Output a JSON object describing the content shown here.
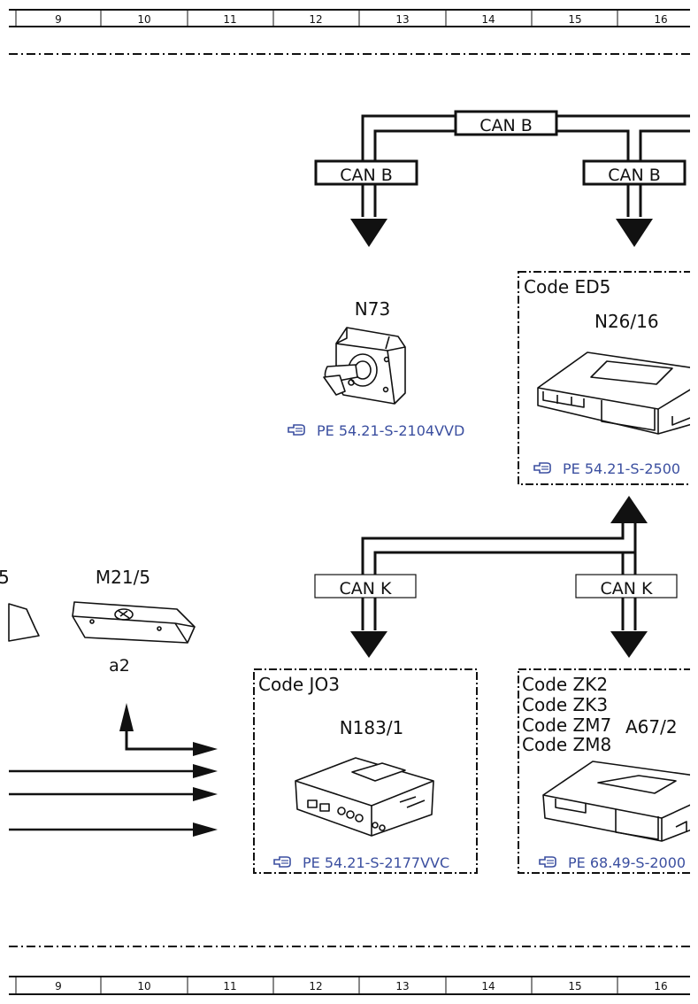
{
  "grid": {
    "numbers": [
      "9",
      "10",
      "11",
      "12",
      "13",
      "14",
      "15",
      "16"
    ]
  },
  "buses": {
    "can_b_trunk": "CAN B",
    "can_b_left": "CAN B",
    "can_b_right": "CAN B",
    "can_k_left": "CAN K",
    "can_k_right": "CAN K"
  },
  "components": {
    "n73": {
      "name": "N73",
      "ref": "PE 54.21-S-2104VVD"
    },
    "n26_16": {
      "code": "Code ED5",
      "name": "N26/16",
      "ref": "PE 54.21-S-2500"
    },
    "m21_5": {
      "name": "M21/5",
      "sub": "a2",
      "partial_name": "5"
    },
    "n183_1": {
      "code": "Code JO3",
      "name": "N183/1",
      "ref": "PE 54.21-S-2177VVC"
    },
    "a67_2": {
      "codes": [
        "Code ZK2",
        "Code ZK3",
        "Code ZM7",
        "Code ZM8"
      ],
      "name": "A67/2",
      "ref": "PE 68.49-S-2000"
    }
  },
  "icons": {
    "reference": "pointing-hand-icon",
    "arrow": "arrow-head-icon"
  }
}
